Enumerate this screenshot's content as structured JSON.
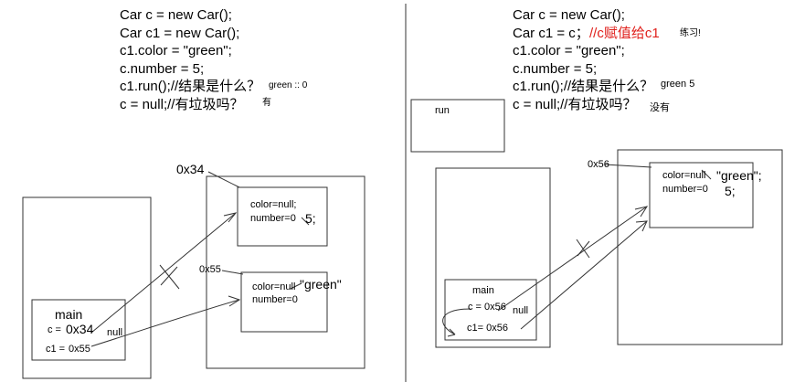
{
  "left": {
    "code_lines": [
      "Car c = new Car();",
      "Car c1 = new Car();",
      "c1.color = \"green\";",
      "c.number = 5;",
      "c1.run();//结果是什么？",
      "c = null;//有垃圾吗？"
    ],
    "answer_run": "green :: 0",
    "answer_garbage": "有",
    "addr_0x34": "0x34",
    "addr_0x55": "0x55",
    "obj1_color": "color=null;",
    "obj1_number": "number=0",
    "obj1_number_new": "5;",
    "obj2_color": "color=null",
    "obj2_color_new": "\"green\"",
    "obj2_number": "number=0",
    "main_label": "main",
    "var_c": "c =",
    "var_c_value": "0x34",
    "null_label": "null",
    "var_c1": "c1 =",
    "var_c1_value": "0x55"
  },
  "right": {
    "code_lines": [
      "Car c = new Car();",
      "Car c1 = c；",
      "c1.color = \"green\";",
      "c.number = 5;",
      "c1.run();//结果是什么？",
      "c = null;//有垃圾吗？"
    ],
    "code_comment_red": "//c赋值给c1",
    "practice_note": "练习!",
    "answer_run": "green 5",
    "answer_garbage": "没有",
    "run_box_label": "run",
    "addr_0x56": "0x56",
    "obj_color": "color=null",
    "obj_color_new": "\"green\";",
    "obj_number": "number=0",
    "obj_number_new": "5;",
    "main_label": "main",
    "var_c": "c = 0x56",
    "null_label": "null",
    "var_c1": "c1= 0x56"
  },
  "colors": {
    "line": "#333333",
    "red_text": "#e0201c"
  }
}
